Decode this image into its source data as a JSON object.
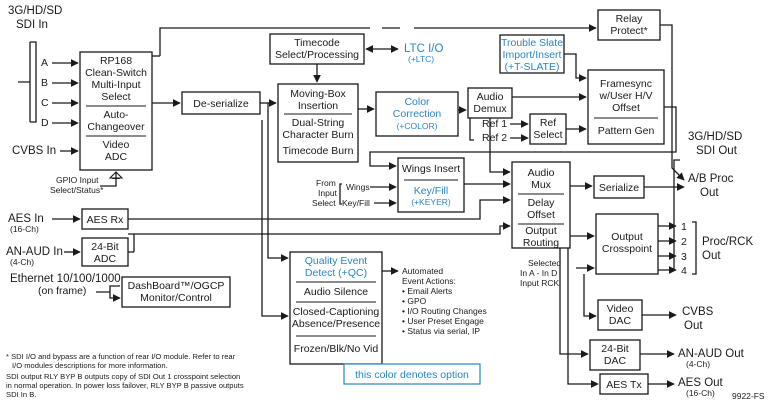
{
  "inputs": {
    "sdi_in": [
      "3G/HD/SD",
      "SDI In"
    ],
    "ch": [
      "A",
      "B",
      "C",
      "D"
    ],
    "cvbs_in": "CVBS In",
    "gpio": [
      "GPIO Input",
      "Select/Status*"
    ],
    "aes_in": "AES In",
    "aes_in_sub": "(16-Ch)",
    "anaud_in": "AN-AUD In",
    "anaud_in_sub": "(4-Ch)",
    "ethernet": "Ethernet 10/100/1000",
    "ethernet_sub": "(on frame)"
  },
  "blocks": {
    "rp168": [
      "RP168",
      "Clean-Switch",
      "Multi-Input",
      "Select"
    ],
    "autochg": [
      "Auto-",
      "Changeover"
    ],
    "video_adc": [
      "Video",
      "ADC"
    ],
    "deserialize": "De-serialize",
    "timecode_sel": [
      "Timecode",
      "Select/Processing"
    ],
    "ltc_io": "LTC I/O",
    "ltc_opt": "(+LTC)",
    "trouble": [
      "Trouble Slate",
      "Import/Insert",
      "(+T-SLATE)"
    ],
    "relay": [
      "Relay",
      "Protect*"
    ],
    "movbox": [
      "Moving-Box",
      "Insertion"
    ],
    "dualstr": [
      "Dual-String",
      "Character Burn"
    ],
    "tcburn": "Timecode Burn",
    "colorcorr": [
      "Color",
      "Correction",
      "(+COLOR)"
    ],
    "demux": [
      "Audio",
      "Demux"
    ],
    "framesync": [
      "Framesync",
      "w/User H/V",
      "Offset"
    ],
    "patgen": "Pattern Gen",
    "ref1": "Ref 1",
    "ref2": "Ref 2",
    "refsel": [
      "Ref",
      "Select"
    ],
    "wings_title": "Wings Insert",
    "keyfill": "Key/Fill",
    "keyer_opt": "(+KEYER)",
    "from_input": [
      "From",
      "Input",
      "Select"
    ],
    "wings_lbl": "Wings",
    "keyfill_lbl": "Key/Fill",
    "audmux": [
      "Audio",
      "Mux"
    ],
    "delay": [
      "Delay",
      "Offset"
    ],
    "outrouting": [
      "Output",
      "Routing"
    ],
    "serialize": "Serialize",
    "outxpt": [
      "Output",
      "Crosspoint"
    ],
    "aesrx": "AES Rx",
    "adc24": [
      "24-Bit",
      "ADC"
    ],
    "dashboard": [
      "DashBoard™/OGCP",
      "Monitor/Control"
    ],
    "qed": [
      "Quality Event",
      "Detect (+QC)"
    ],
    "qed_rows": [
      "Audio Silence",
      "Closed-Captioning",
      "Absence/Presence",
      "Frozen/Blk/No Vid"
    ],
    "selected": [
      "Selected",
      "In A - In D",
      "Input RCK"
    ],
    "video_dac": [
      "Video",
      "DAC"
    ],
    "dac24": [
      "24-Bit",
      "DAC"
    ],
    "aestx": "AES Tx"
  },
  "events": {
    "title": [
      "Automated",
      "Event Actions:"
    ],
    "items": [
      "• Email Alerts",
      "• GPO",
      "• I/O Routing Changes",
      "• User Preset Engage",
      "• Status via serial, IP"
    ]
  },
  "outputs": {
    "sdi_out": [
      "3G/HD/SD",
      "SDI Out"
    ],
    "ab_proc": [
      "A/B Proc",
      "Out"
    ],
    "nums": [
      "1",
      "2",
      "3",
      "4"
    ],
    "proc_rck": [
      "Proc/RCK",
      "Out"
    ],
    "cvbs_out": [
      "CVBS",
      "Out"
    ],
    "anaud_out": "AN-AUD Out",
    "anaud_out_sub": "(4-Ch)",
    "aes_out": "AES Out",
    "aes_out_sub": "(16-Ch)"
  },
  "footnotes": [
    "* SDI I/O and bypass are a function of rear I/O module. Refer to rear",
    "I/O modules descriptions for more information.",
    "SDI output RLY BYP B outputs copy of SDI Out 1 crosspoint selection",
    "in normal operation. In power loss failover, RLY BYP B passive outputs",
    "SDI In B."
  ],
  "legend": "this color denotes option",
  "figure_id": "9922-FS",
  "colors": {
    "option": "#2a85c6",
    "line": "#1a1a1a"
  }
}
